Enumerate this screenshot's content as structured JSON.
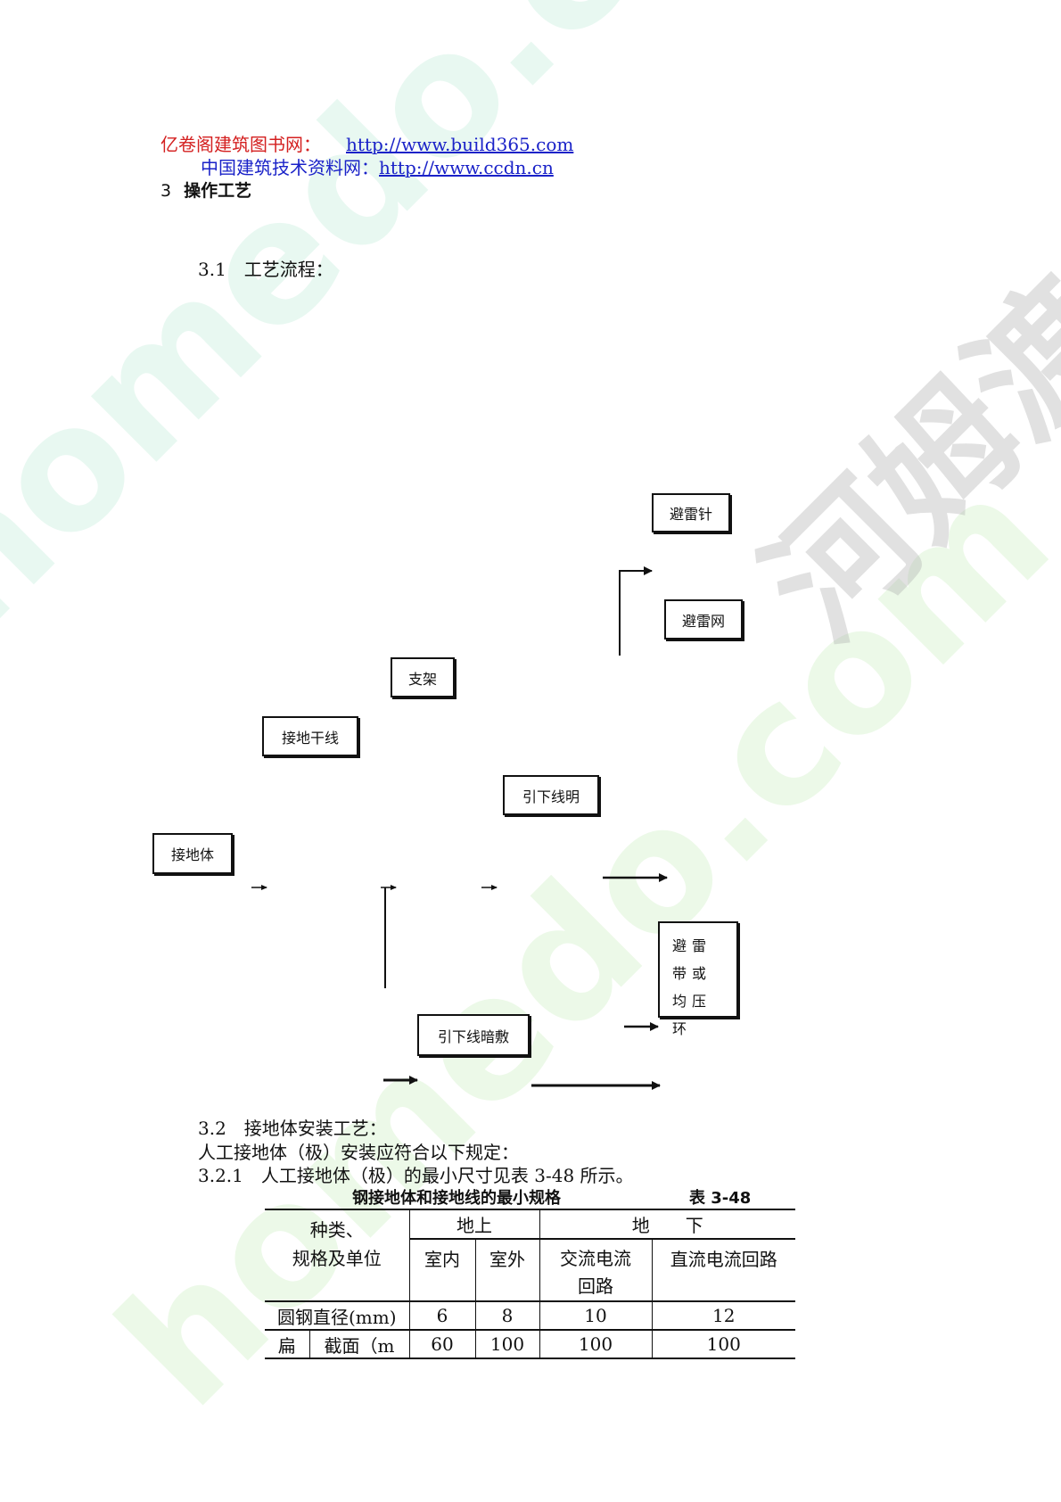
{
  "header": {
    "line1_label": "亿卷阁建筑图书网：",
    "line1_url": "http://www.build365.com",
    "line2_label": "中国建筑技术资料网：",
    "line2_url": "http://www.ccdn.cn"
  },
  "section": {
    "number": "3",
    "title": "操作工艺"
  },
  "sub31": "3.1　工艺流程：",
  "flow": {
    "boxes": {
      "jiedi_ti": "接地体",
      "jiedi_ganxian": "接地干线",
      "zhijia": "支架",
      "yinxia_ming": "引下线明",
      "yinxia_an": "引下线暗敷",
      "bileizhen": "避雷针",
      "bileiwang": "避雷网",
      "bileidai": "避雷带或均压环"
    }
  },
  "sub32": "3.2　接地体安装工艺：",
  "para1": "人工接地体（极）安装应符合以下规定：",
  "sub321": "3.2.1　人工接地体（极）的最小尺寸见表 3-48 所示。",
  "table": {
    "caption": "钢接地体和接地线的最小规格",
    "number": "表 3-48",
    "head": {
      "type_line1": "种类、",
      "type_line2": "规格及单位",
      "above": "地上",
      "below": "地　　下",
      "indoor": "室内",
      "outdoor": "室外",
      "ac": "交流电流回路",
      "dc": "直流电流回路"
    },
    "rows": [
      {
        "label": "圆钢直径(mm)",
        "values": [
          "6",
          "8",
          "10",
          "12"
        ]
      },
      {
        "label_a": "扁",
        "label_b": "截面（m",
        "values": [
          "60",
          "100",
          "100",
          "100"
        ]
      }
    ]
  },
  "watermark": {
    "text1": "homedo.com",
    "text2": "homedo.com",
    "text3": "河姆渡"
  }
}
